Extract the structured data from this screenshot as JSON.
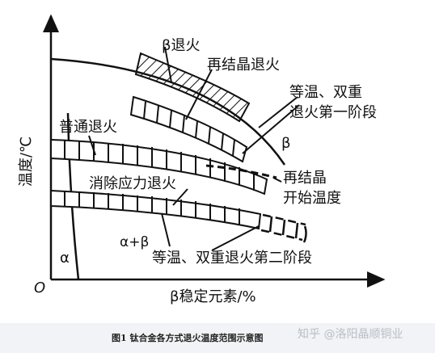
{
  "labels": {
    "beta_anneal": "β退火",
    "recryst_anneal": "再结晶退火",
    "iso_dual_1a": "等温、双重",
    "iso_dual_1b": "退火第一阶段",
    "beta": "β",
    "ordinary_anneal": "普通退火",
    "recryst_start_a": "再结晶",
    "recryst_start_b": "开始温度",
    "stress_relief": "消除应力退火",
    "alpha_beta": "α+β",
    "iso_dual_2": "等温、双重退火第二阶段",
    "alpha": "α",
    "origin": "O",
    "ylabel": "温度/℃",
    "xlabel": "β稳定元素/%"
  },
  "caption": "图1  钛合金各方式退火温度范围示意图",
  "watermark": "知乎 @洛阳晶顺铜业"
}
